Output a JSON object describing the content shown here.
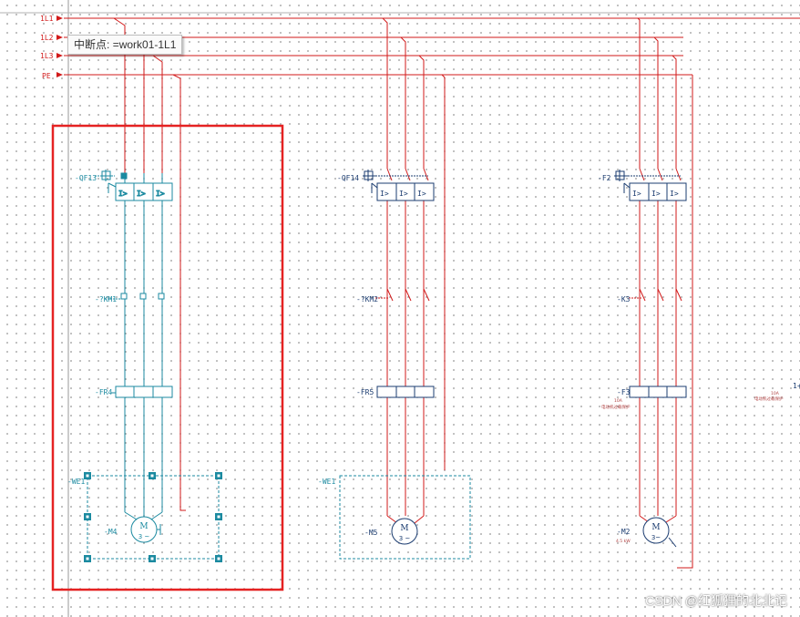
{
  "tooltip": {
    "prefix": "中断点:",
    "value": "=work01-1L1"
  },
  "watermark": "CSDN @红狐狸的北北记",
  "colors": {
    "wire_red": "#d21a1a",
    "wire_teal": "#1b8aa0",
    "highlight": "#e52222",
    "grid_dot": "#8a8a8a"
  },
  "rails": {
    "labels": [
      "1L1",
      "1L2",
      "1L3",
      "PE"
    ]
  },
  "circuits": {
    "left": {
      "breaker": "-QF13",
      "contactor": "-?KM1",
      "overload": "-FR4",
      "box": "-WE1",
      "motor_tag": "-M4",
      "motor_label": "M",
      "motor_sub": "3 ~"
    },
    "middle": {
      "breaker": "-QF14",
      "contactor": "-?KM2",
      "overload": "-FR5",
      "box": "-WE1",
      "motor_tag": "-M5",
      "motor_label": "M",
      "motor_sub": "3 ~"
    },
    "right": {
      "breaker": "-F2",
      "contactor": "-K3",
      "overload": "-F3",
      "motor_tag": "-M2",
      "motor_label": "M",
      "motor_sub": "3~",
      "note_small": "4.5 kW",
      "overload_note": "电动机过载保护",
      "overload_note_far": "电动机过载保护",
      "overload_note_far_val": "10A",
      "overload_note_val": "10A"
    }
  },
  "right_edge_text": "1+"
}
